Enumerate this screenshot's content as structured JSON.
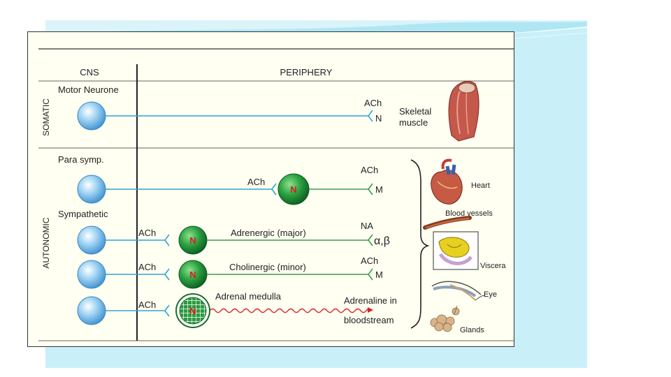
{
  "header": {
    "cns": "CNS",
    "periphery": "PERIPHERY"
  },
  "sections": {
    "somatic": "SOMATIC",
    "autonomic": "AUTONOMIC"
  },
  "rows": {
    "motor": {
      "label": "Motor Neurone",
      "transmitter": "ACh",
      "receptor": "N",
      "target": "Skeletal muscle",
      "target_line1": "Skeletal",
      "target_line2": "muscle"
    },
    "parasymp": {
      "label": "Para symp.",
      "ganglion_transmitter": "ACh",
      "ganglion": "N",
      "transmitter": "ACh",
      "receptor": "M"
    },
    "sympathetic": {
      "label": "Sympathetic"
    },
    "adrenergic": {
      "ganglion_transmitter": "ACh",
      "ganglion": "N",
      "pathway": "Adrenergic (major)",
      "transmitter": "NA",
      "receptor": "α,β"
    },
    "cholinergic": {
      "ganglion_transmitter": "ACh",
      "ganglion": "N",
      "pathway": "Cholinergic (minor)",
      "transmitter": "ACh",
      "receptor": "M"
    },
    "adrenal": {
      "ganglion_transmitter": "ACh",
      "ganglion": "N",
      "pathway": "Adrenal medulla",
      "release": "Adrenaline in bloodstream",
      "release_line1": "Adrenaline in",
      "release_line2": "bloodstream"
    }
  },
  "organs": [
    "Heart",
    "Blood vessels",
    "Viscera",
    "Eye",
    "Glands"
  ],
  "colors": {
    "neuron": "#7ec1ec",
    "ganglion": "#1f8f3a",
    "axon_cns": "#2fa6cf",
    "axon_post": "#3d9a4d",
    "adrenaline": "#d62020",
    "slide_bg": "#c9f0f9"
  }
}
